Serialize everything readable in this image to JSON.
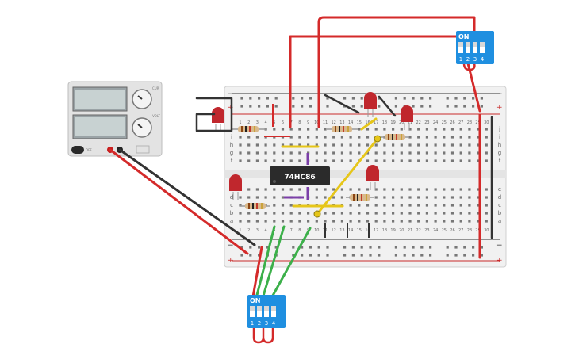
{
  "chip": {
    "label": "74HC86"
  },
  "dip_switches": {
    "top": {
      "on_label": "ON",
      "numbers": [
        "1",
        "2",
        "3",
        "4"
      ]
    },
    "bottom": {
      "on_label": "ON",
      "numbers": [
        "1",
        "2",
        "3",
        "4"
      ]
    }
  },
  "breadboard": {
    "column_numbers": [
      "1",
      "2",
      "3",
      "4",
      "5",
      "6",
      "7",
      "8",
      "9",
      "10",
      "11",
      "12",
      "13",
      "14",
      "15",
      "16",
      "17",
      "18",
      "19",
      "20",
      "21",
      "22",
      "23",
      "24",
      "25",
      "26",
      "27",
      "28",
      "29",
      "30"
    ],
    "row_letters_top": [
      "j",
      "i",
      "h",
      "g",
      "f"
    ],
    "row_letters_bottom": [
      "e",
      "d",
      "c",
      "b",
      "a"
    ],
    "rail_plus": "+",
    "rail_minus": "−"
  },
  "power_supply": {
    "knob_labels": [
      "CUR",
      "VOLT"
    ],
    "button_label": "OFF"
  },
  "colors": {
    "wire_red": "#d42a2a",
    "wire_black": "#333333",
    "wire_green": "#3cb04a",
    "wire_yellow": "#e6c619",
    "wire_purple": "#7b3fa8",
    "switch_blue": "#1f8fe0",
    "led_red": "#c0272d",
    "chip_body": "#2b2b2b"
  }
}
